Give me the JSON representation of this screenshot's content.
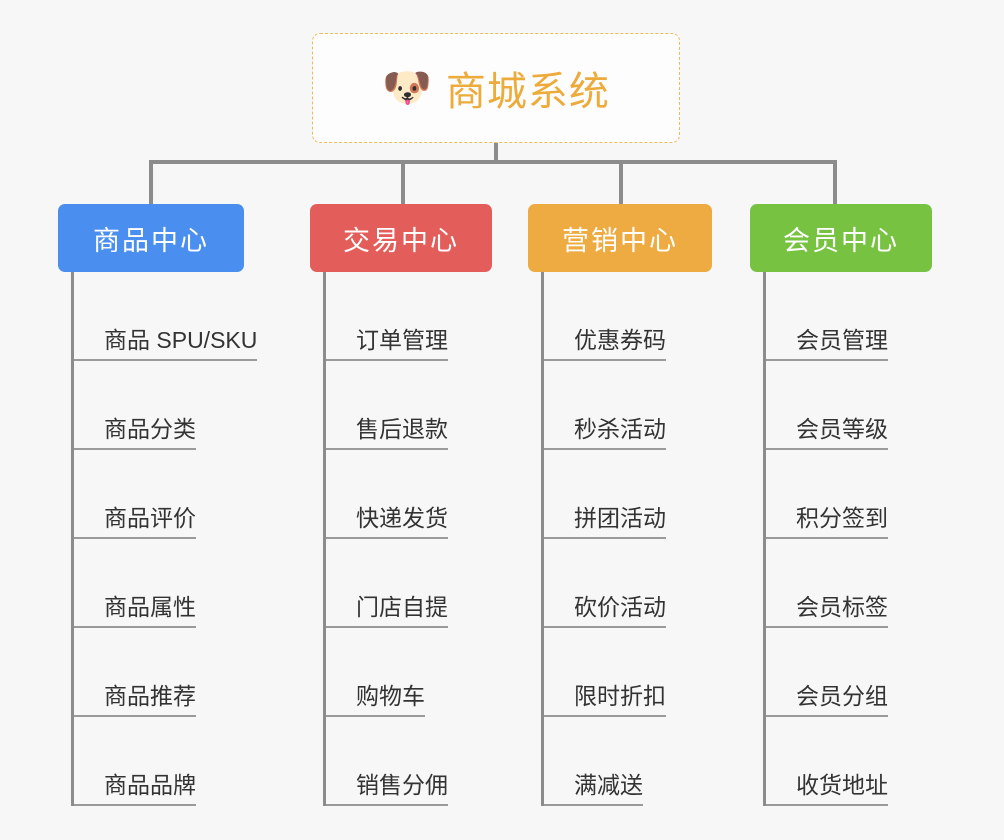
{
  "root": {
    "icon": "dog-face-icon",
    "icon_glyph": "🐶",
    "title": "商城系统",
    "border_color": "#f0ba5a",
    "text_color": "#edab3c"
  },
  "colors": {
    "background": "#f7f7f7",
    "connector": "#8c8c8c",
    "rule": "#9a9a9a",
    "item_text": "#333333"
  },
  "columns": [
    {
      "id": "product-center",
      "label": "商品中心",
      "color": "#4a8ef0",
      "items": [
        {
          "label": "商品 SPU/SKU"
        },
        {
          "label": "商品分类"
        },
        {
          "label": "商品评价"
        },
        {
          "label": "商品属性"
        },
        {
          "label": "商品推荐"
        },
        {
          "label": "商品品牌"
        }
      ]
    },
    {
      "id": "trade-center",
      "label": "交易中心",
      "color": "#e35d5b",
      "items": [
        {
          "label": "订单管理"
        },
        {
          "label": "售后退款"
        },
        {
          "label": "快递发货"
        },
        {
          "label": "门店自提"
        },
        {
          "label": "购物车"
        },
        {
          "label": "销售分佣"
        }
      ]
    },
    {
      "id": "marketing-center",
      "label": "营销中心",
      "color": "#eeab41",
      "items": [
        {
          "label": "优惠券码"
        },
        {
          "label": "秒杀活动"
        },
        {
          "label": "拼团活动"
        },
        {
          "label": "砍价活动"
        },
        {
          "label": "限时折扣"
        },
        {
          "label": "满减送"
        }
      ]
    },
    {
      "id": "member-center",
      "label": "会员中心",
      "color": "#78c242",
      "items": [
        {
          "label": "会员管理"
        },
        {
          "label": "会员等级"
        },
        {
          "label": "积分签到"
        },
        {
          "label": "会员标签"
        },
        {
          "label": "会员分组"
        },
        {
          "label": "收货地址"
        }
      ]
    }
  ]
}
